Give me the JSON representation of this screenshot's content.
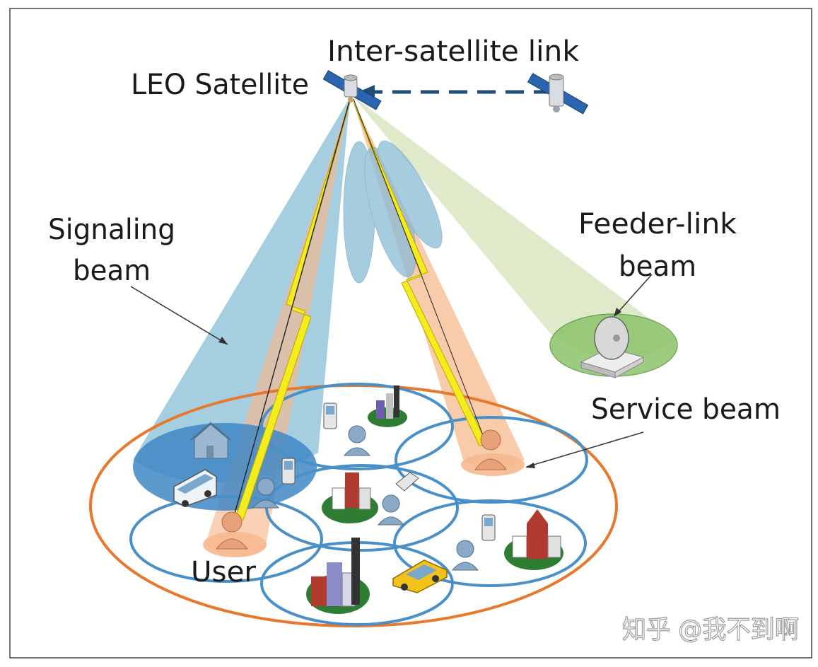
{
  "labels": {
    "inter_satellite_link": "Inter-satellite link",
    "leo_satellite": "LEO Satellite",
    "signaling_beam_line1": "Signaling",
    "signaling_beam_line2": "beam",
    "feeder_link_line1": "Feeder-link",
    "feeder_link_line2": "beam",
    "service_beam": "Service beam",
    "user": "User"
  },
  "watermark": "知乎 @我不到啊",
  "colors": {
    "signaling_beam": "#7fb9d3",
    "feeder_beam": "#c9dca7",
    "service_beam": "#f6b98f",
    "orange_ring": "#e8782c",
    "cell_ring": "#4a90c8",
    "lightning": "#f4ec1c",
    "link_dash": "#1f4e79"
  }
}
